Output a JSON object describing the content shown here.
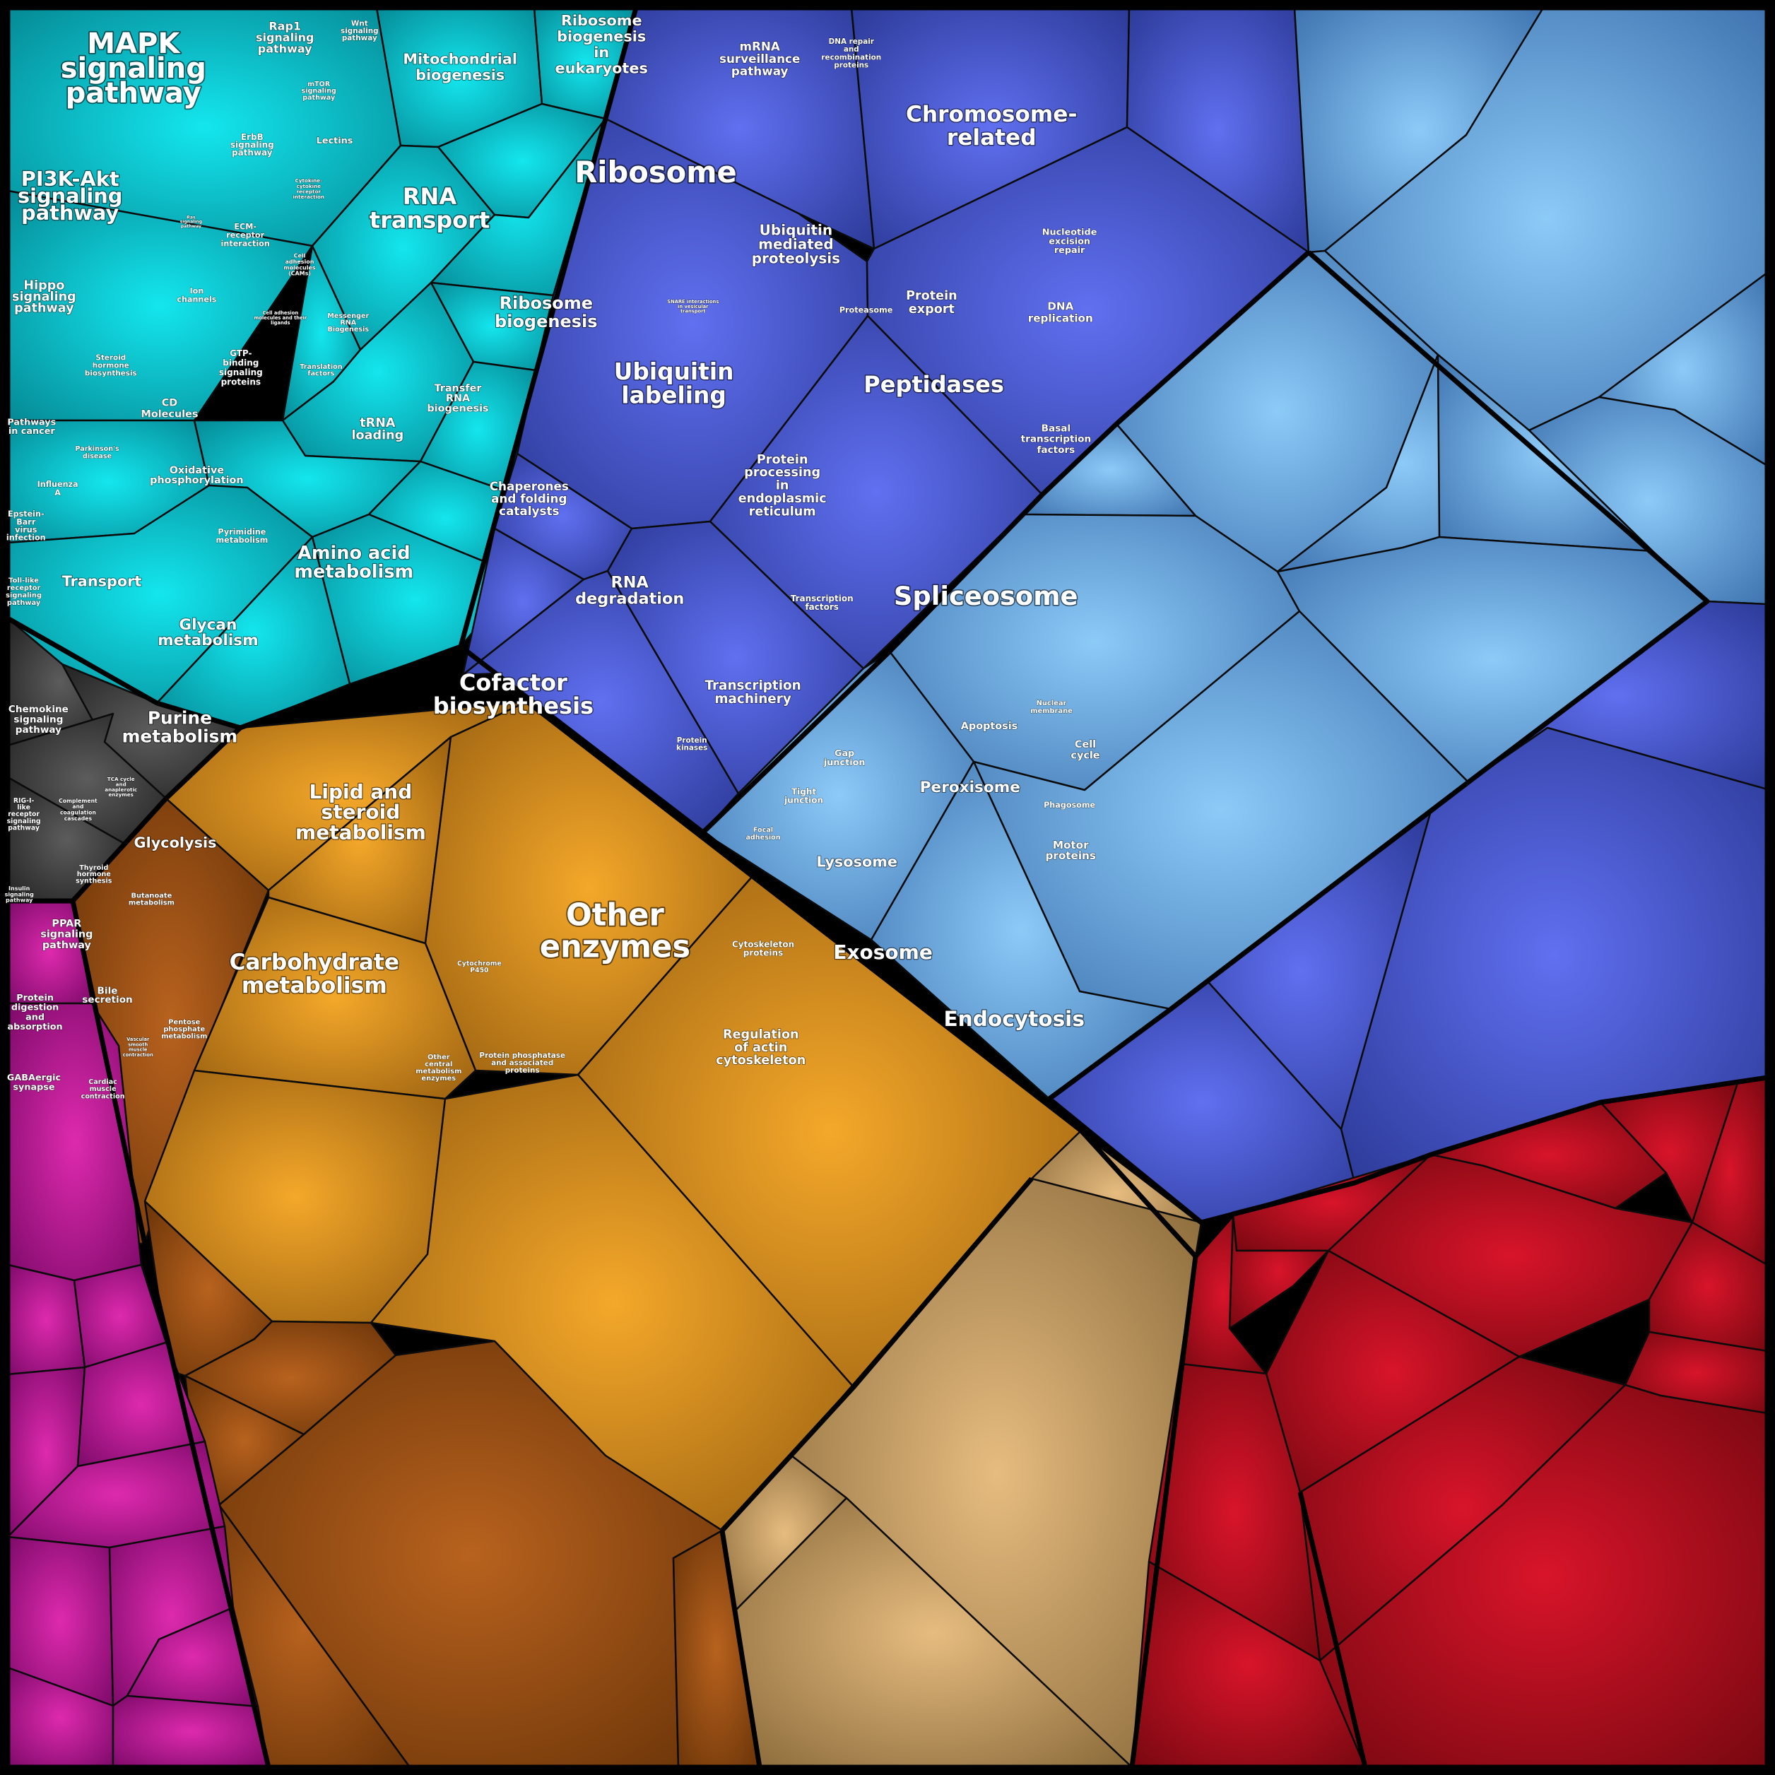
{
  "colors": {
    "teal": "#0aa7b4",
    "blue": "#4a5fd0",
    "lightblue": "#6aa6e0",
    "orange": "#c8871a",
    "brown": "#9a531c",
    "tan": "#c09a62",
    "red": "#b3101e",
    "magenta": "#b01b90",
    "dark": "#3b3b3b"
  },
  "cells": [
    {
      "id": "mapk",
      "group": "teal",
      "label": [
        "MAPK",
        "signaling",
        "pathway"
      ]
    },
    {
      "id": "pi3k",
      "group": "teal",
      "label": [
        "PI3K-Akt",
        "signaling",
        "pathway"
      ]
    },
    {
      "id": "hippo",
      "group": "teal",
      "label": [
        "Hippo",
        "signaling",
        "pathway"
      ]
    },
    {
      "id": "rap1",
      "group": "teal",
      "label": [
        "Rap1",
        "signaling",
        "pathway"
      ]
    },
    {
      "id": "wnt",
      "group": "teal",
      "label": [
        "Wnt",
        "signaling",
        "pathway"
      ]
    },
    {
      "id": "mtor",
      "group": "teal",
      "label": [
        "mTOR",
        "signaling",
        "pathway"
      ]
    },
    {
      "id": "erbb",
      "group": "teal",
      "label": [
        "ErbB",
        "signaling",
        "pathway"
      ]
    },
    {
      "id": "lectins",
      "group": "teal",
      "label": [
        "Lectins"
      ]
    },
    {
      "id": "cytokine",
      "group": "teal",
      "label": [
        "Cytokine-",
        "cytokine",
        "receptor",
        "interaction"
      ]
    },
    {
      "id": "ras",
      "group": "teal",
      "label": [
        "Ras",
        "signaling",
        "pathway"
      ]
    },
    {
      "id": "ecm",
      "group": "teal",
      "label": [
        "ECM-",
        "receptor",
        "interaction"
      ]
    },
    {
      "id": "celladh",
      "group": "teal",
      "label": [
        "Cell",
        "adhesion",
        "molecules",
        "(CAMs)"
      ]
    },
    {
      "id": "ion",
      "group": "teal",
      "label": [
        "Ion",
        "channels"
      ]
    },
    {
      "id": "celladhlig",
      "group": "teal",
      "label": [
        "Cell adhesion",
        "molecules and their",
        "ligands"
      ]
    },
    {
      "id": "steroid",
      "group": "teal",
      "label": [
        "Steroid",
        "hormone",
        "biosynthesis"
      ]
    },
    {
      "id": "gtp",
      "group": "teal",
      "label": [
        "GTP-",
        "binding",
        "signaling",
        "proteins"
      ]
    },
    {
      "id": "cd",
      "group": "teal",
      "label": [
        "CD",
        "Molecules"
      ]
    },
    {
      "id": "mito",
      "group": "blue",
      "label": [
        "Mitochondrial",
        "biogenesis"
      ]
    },
    {
      "id": "ribobioeuk",
      "group": "blue",
      "label": [
        "Ribosome",
        "biogenesis",
        "in",
        "eukaryotes"
      ]
    },
    {
      "id": "mrna",
      "group": "blue",
      "label": [
        "mRNA",
        "surveillance",
        "pathway"
      ]
    },
    {
      "id": "rnatrans",
      "group": "blue",
      "label": [
        "RNA",
        "transport"
      ]
    },
    {
      "id": "ribosome",
      "group": "blue",
      "label": [
        "Ribosome"
      ]
    },
    {
      "id": "ribobio",
      "group": "blue",
      "label": [
        "Ribosome",
        "biogenesis"
      ]
    },
    {
      "id": "messenger",
      "group": "blue",
      "label": [
        "Messenger",
        "RNA",
        "Biogenesis"
      ]
    },
    {
      "id": "transl",
      "group": "blue",
      "label": [
        "Translation",
        "factors"
      ]
    },
    {
      "id": "trna",
      "group": "blue",
      "label": [
        "tRNA",
        "loading"
      ]
    },
    {
      "id": "transfer",
      "group": "blue",
      "label": [
        "Transfer",
        "RNA",
        "biogenesis"
      ]
    },
    {
      "id": "dnarepair",
      "group": "lightblue",
      "label": [
        "DNA repair",
        "and",
        "recombination",
        "proteins"
      ]
    },
    {
      "id": "chromo",
      "group": "lightblue",
      "label": [
        "Chromosome-",
        "related"
      ]
    },
    {
      "id": "nucexc",
      "group": "lightblue",
      "label": [
        "Nucleotide",
        "excision",
        "repair"
      ]
    },
    {
      "id": "dnarep",
      "group": "lightblue",
      "label": [
        "DNA",
        "replication"
      ]
    },
    {
      "id": "ubimed",
      "group": "lightblue",
      "label": [
        "Ubiquitin",
        "mediated",
        "proteolysis"
      ]
    },
    {
      "id": "snare",
      "group": "lightblue",
      "label": [
        "SNARE interactions",
        "in vesicular",
        "transport"
      ]
    },
    {
      "id": "proteasome",
      "group": "lightblue",
      "label": [
        "Proteasome"
      ]
    },
    {
      "id": "protexport",
      "group": "lightblue",
      "label": [
        "Protein",
        "export"
      ]
    },
    {
      "id": "ubilab",
      "group": "lightblue",
      "label": [
        "Ubiquitin",
        "labeling"
      ]
    },
    {
      "id": "peptidases",
      "group": "lightblue",
      "label": [
        "Peptidases"
      ]
    },
    {
      "id": "chaperones",
      "group": "lightblue",
      "label": [
        "Chaperones",
        "and folding",
        "catalysts"
      ]
    },
    {
      "id": "protproc",
      "group": "lightblue",
      "label": [
        "Protein",
        "processing",
        "in",
        "endoplasmic",
        "reticulum"
      ]
    },
    {
      "id": "rnadeg",
      "group": "lightblue",
      "label": [
        "RNA",
        "degradation"
      ]
    },
    {
      "id": "basal",
      "group": "blue",
      "label": [
        "Basal",
        "transcription",
        "factors"
      ]
    },
    {
      "id": "splice",
      "group": "blue",
      "label": [
        "Spliceosome"
      ]
    },
    {
      "id": "transfac",
      "group": "blue",
      "label": [
        "Transcription",
        "factors"
      ]
    },
    {
      "id": "transmach",
      "group": "blue",
      "label": [
        "Transcription",
        "machinery"
      ]
    },
    {
      "id": "pathcancer",
      "group": "dark",
      "label": [
        "Pathways",
        "in cancer"
      ]
    },
    {
      "id": "parkinson",
      "group": "dark",
      "label": [
        "Parkinson's",
        "disease"
      ]
    },
    {
      "id": "influenza",
      "group": "dark",
      "label": [
        "Influenza",
        "A"
      ]
    },
    {
      "id": "ebv",
      "group": "dark",
      "label": [
        "Epstein-",
        "Barr",
        "virus",
        "infection"
      ]
    },
    {
      "id": "oxphos",
      "group": "orange",
      "label": [
        "Oxidative",
        "phosphorylation"
      ]
    },
    {
      "id": "pyrimidine",
      "group": "orange",
      "label": [
        "Pyrimidine",
        "metabolism"
      ]
    },
    {
      "id": "aminoacid",
      "group": "orange",
      "label": [
        "Amino acid",
        "metabolism"
      ]
    },
    {
      "id": "transport",
      "group": "brown",
      "label": [
        "Transport"
      ]
    },
    {
      "id": "glycan",
      "group": "orange",
      "label": [
        "Glycan",
        "metabolism"
      ]
    },
    {
      "id": "purine",
      "group": "orange",
      "label": [
        "Purine",
        "metabolism"
      ]
    },
    {
      "id": "cofactor",
      "group": "orange",
      "label": [
        "Cofactor",
        "biosynthesis"
      ]
    },
    {
      "id": "lipid",
      "group": "orange",
      "label": [
        "Lipid and",
        "steroid",
        "metabolism"
      ]
    },
    {
      "id": "tca",
      "group": "brown",
      "label": [
        "TCA cycle",
        "and",
        "anaplerotic",
        "enzymes"
      ]
    },
    {
      "id": "glycolysis",
      "group": "brown",
      "label": [
        "Glycolysis"
      ]
    },
    {
      "id": "butanoate",
      "group": "brown",
      "label": [
        "Butanoate",
        "metabolism"
      ]
    },
    {
      "id": "carbo",
      "group": "brown",
      "label": [
        "Carbohydrate",
        "metabolism"
      ]
    },
    {
      "id": "pentose",
      "group": "brown",
      "label": [
        "Pentose",
        "phosphate",
        "metabolism"
      ]
    },
    {
      "id": "othercentral",
      "group": "brown",
      "label": [
        "Other",
        "central",
        "metabolism",
        "enzymes"
      ]
    },
    {
      "id": "protkin",
      "group": "tan",
      "label": [
        "Protein",
        "kinases"
      ]
    },
    {
      "id": "otherenz",
      "group": "tan",
      "label": [
        "Other",
        "enzymes"
      ]
    },
    {
      "id": "cyto450",
      "group": "tan",
      "label": [
        "Cytochrome",
        "P450"
      ]
    },
    {
      "id": "protphos",
      "group": "tan",
      "label": [
        "Protein phosphatase",
        "and associated",
        "proteins"
      ]
    },
    {
      "id": "tolllike",
      "group": "magenta",
      "label": [
        "Toll-like",
        "receptor",
        "signaling",
        "pathway"
      ]
    },
    {
      "id": "chemokine",
      "group": "magenta",
      "label": [
        "Chemokine",
        "signaling",
        "pathway"
      ]
    },
    {
      "id": "rigi",
      "group": "magenta",
      "label": [
        "RIG-I-",
        "like",
        "receptor",
        "signaling",
        "pathway"
      ]
    },
    {
      "id": "complement",
      "group": "magenta",
      "label": [
        "Complement",
        "and",
        "coagulation",
        "cascades"
      ]
    },
    {
      "id": "insulin",
      "group": "magenta",
      "label": [
        "Insulin",
        "signaling",
        "pathway"
      ]
    },
    {
      "id": "thyroid",
      "group": "magenta",
      "label": [
        "Thyroid",
        "hormone",
        "synthesis"
      ]
    },
    {
      "id": "ppar",
      "group": "magenta",
      "label": [
        "PPAR",
        "signaling",
        "pathway"
      ]
    },
    {
      "id": "protdig",
      "group": "magenta",
      "label": [
        "Protein",
        "digestion",
        "and",
        "absorption"
      ]
    },
    {
      "id": "bile",
      "group": "magenta",
      "label": [
        "Bile",
        "secretion"
      ]
    },
    {
      "id": "vascular",
      "group": "magenta",
      "label": [
        "Vascular",
        "smooth",
        "muscle",
        "contraction"
      ]
    },
    {
      "id": "gaba",
      "group": "magenta",
      "label": [
        "GABAergic",
        "synapse"
      ]
    },
    {
      "id": "cardiac",
      "group": "magenta",
      "label": [
        "Cardiac",
        "muscle",
        "contraction"
      ]
    },
    {
      "id": "apoptosis",
      "group": "red",
      "label": [
        "Apoptosis"
      ]
    },
    {
      "id": "nucmem",
      "group": "red",
      "label": [
        "Nuclear",
        "membrane"
      ]
    },
    {
      "id": "cellcycle",
      "group": "red",
      "label": [
        "Cell",
        "cycle"
      ]
    },
    {
      "id": "gapjunc",
      "group": "red",
      "label": [
        "Gap",
        "junction"
      ]
    },
    {
      "id": "tightjunc",
      "group": "red",
      "label": [
        "Tight",
        "junction"
      ]
    },
    {
      "id": "peroxisome",
      "group": "red",
      "label": [
        "Peroxisome"
      ]
    },
    {
      "id": "phagosome",
      "group": "red",
      "label": [
        "Phagosome"
      ]
    },
    {
      "id": "focal",
      "group": "red",
      "label": [
        "Focal",
        "adhesion"
      ]
    },
    {
      "id": "lysosome",
      "group": "red",
      "label": [
        "Lysosome"
      ]
    },
    {
      "id": "motor",
      "group": "red",
      "label": [
        "Motor",
        "proteins"
      ]
    },
    {
      "id": "cytoskel",
      "group": "red",
      "label": [
        "Cytoskeleton",
        "proteins"
      ]
    },
    {
      "id": "exosome",
      "group": "red",
      "label": [
        "Exosome"
      ]
    },
    {
      "id": "regactin",
      "group": "red",
      "label": [
        "Regulation",
        "of actin",
        "cytoskeleton"
      ]
    },
    {
      "id": "endocytosis",
      "group": "red",
      "label": [
        "Endocytosis"
      ]
    }
  ]
}
